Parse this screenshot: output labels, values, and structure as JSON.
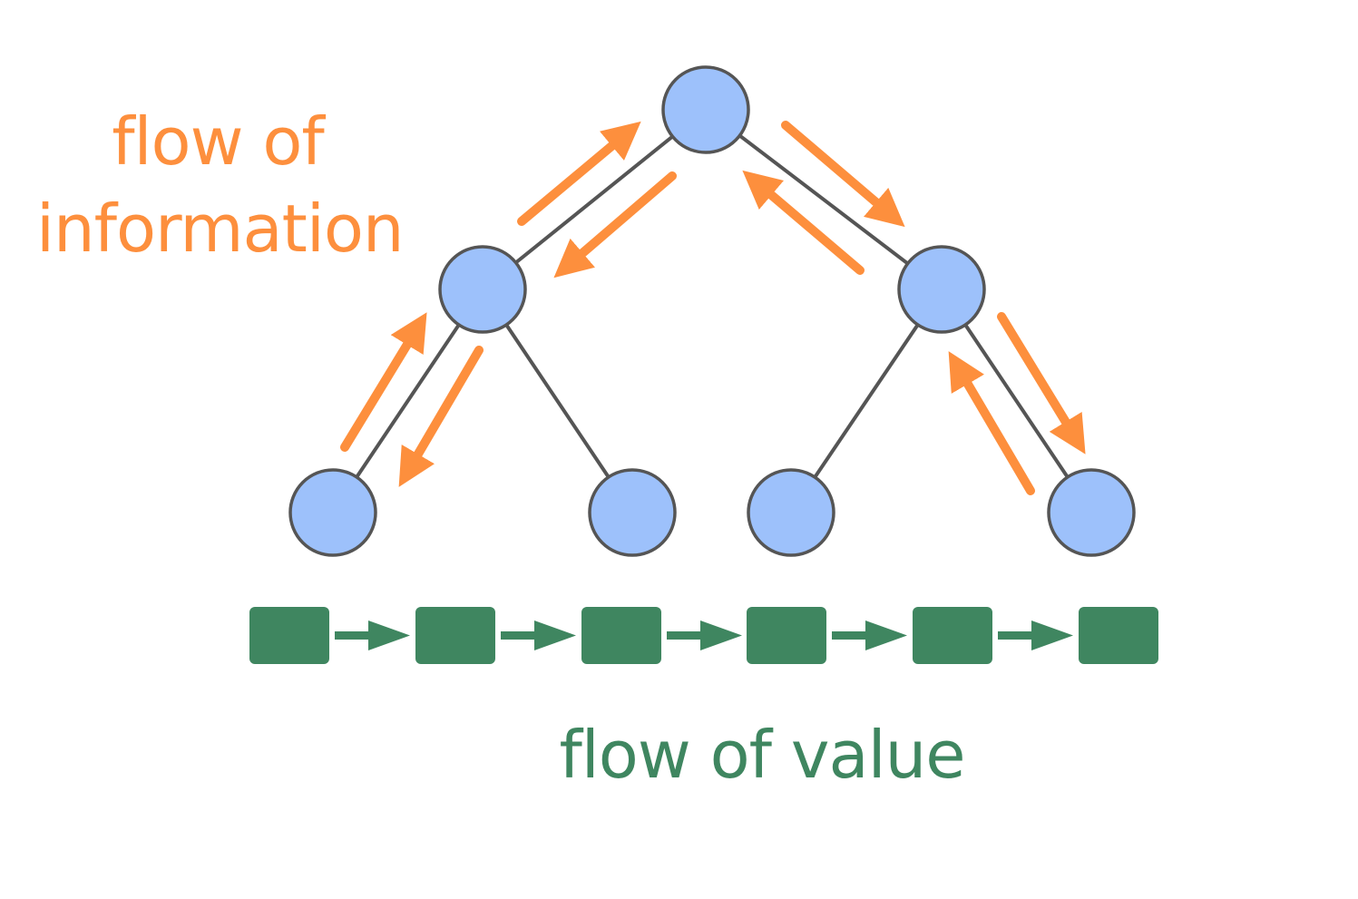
{
  "labels": {
    "information_line1": "flow of",
    "information_line2": "information",
    "value": "flow of value"
  },
  "colors": {
    "node_fill": "#9dc1fb",
    "node_stroke": "#555555",
    "edge": "#555555",
    "information_arrow": "#fd8f3d",
    "value": "#3f8660",
    "background": "#ffffff"
  },
  "tree": {
    "nodes": [
      {
        "id": "root",
        "level": 0
      },
      {
        "id": "mid-left",
        "level": 1,
        "parent": "root"
      },
      {
        "id": "mid-right",
        "level": 1,
        "parent": "root"
      },
      {
        "id": "leaf-1",
        "level": 2,
        "parent": "mid-left"
      },
      {
        "id": "leaf-2",
        "level": 2,
        "parent": "mid-left"
      },
      {
        "id": "leaf-3",
        "level": 2,
        "parent": "mid-right"
      },
      {
        "id": "leaf-4",
        "level": 2,
        "parent": "mid-right"
      }
    ],
    "information_arrows": [
      {
        "from": "mid-left",
        "to": "root"
      },
      {
        "from": "root",
        "to": "mid-left"
      },
      {
        "from": "root",
        "to": "mid-right"
      },
      {
        "from": "mid-right",
        "to": "root"
      },
      {
        "from": "leaf-1",
        "to": "mid-left"
      },
      {
        "from": "mid-left",
        "to": "leaf-1"
      },
      {
        "from": "mid-right",
        "to": "leaf-4"
      },
      {
        "from": "leaf-4",
        "to": "mid-right"
      }
    ]
  },
  "value_chain": {
    "blocks": 6,
    "direction": "left-to-right"
  }
}
